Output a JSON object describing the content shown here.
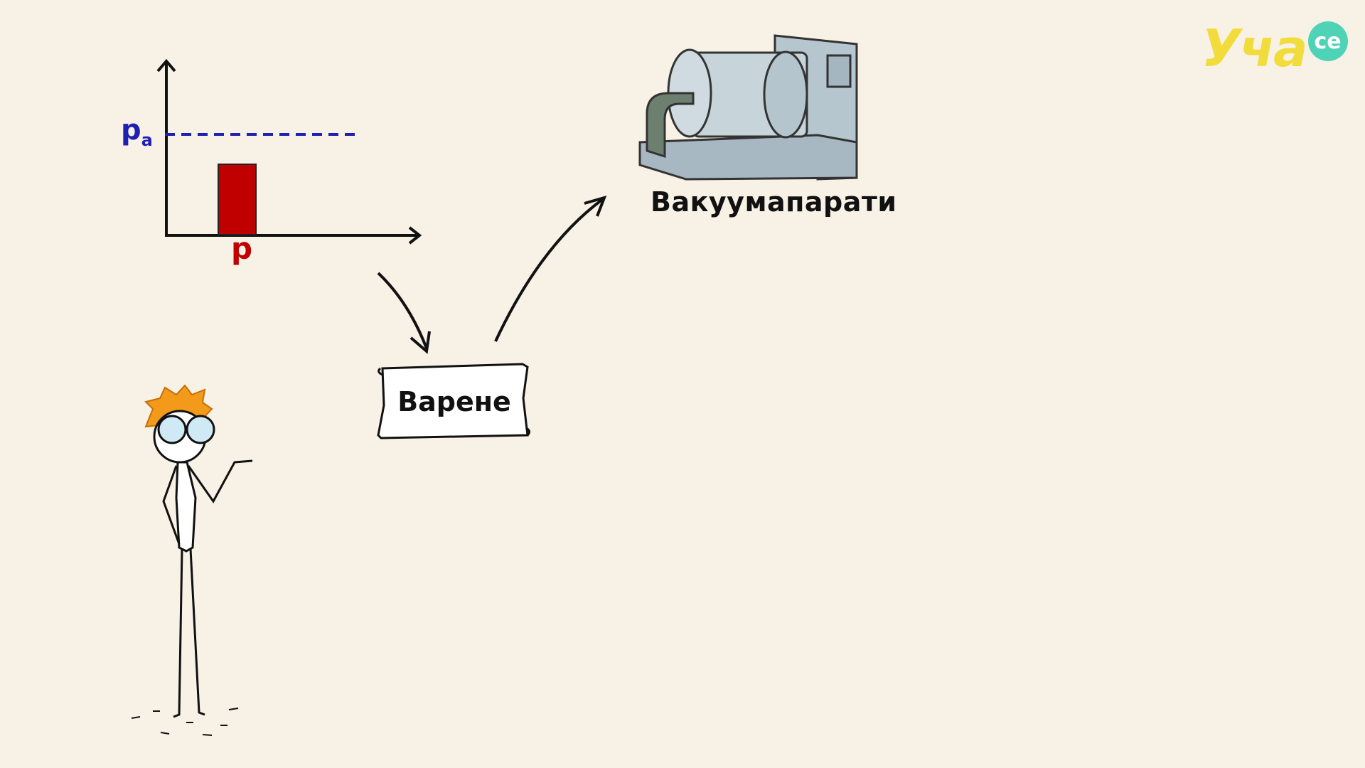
{
  "chart": {
    "pa_label": "p",
    "pa_sub": "a",
    "p_label": "p"
  },
  "flow": {
    "box_label": "Варене",
    "target_label": "Вакуумапарати"
  },
  "logo": {
    "main": "Уча",
    "bubble": "се"
  },
  "colors": {
    "background": "#f7f1e6",
    "dashed_line": "#1f1fb5",
    "bar": "#c00000",
    "logo_yellow": "#f2dc3b",
    "logo_teal": "#4fd3b6",
    "hair": "#f39a1a"
  },
  "icons": {
    "machine": "vacuum-apparatus-icon",
    "character": "stick-figure-scientist"
  }
}
